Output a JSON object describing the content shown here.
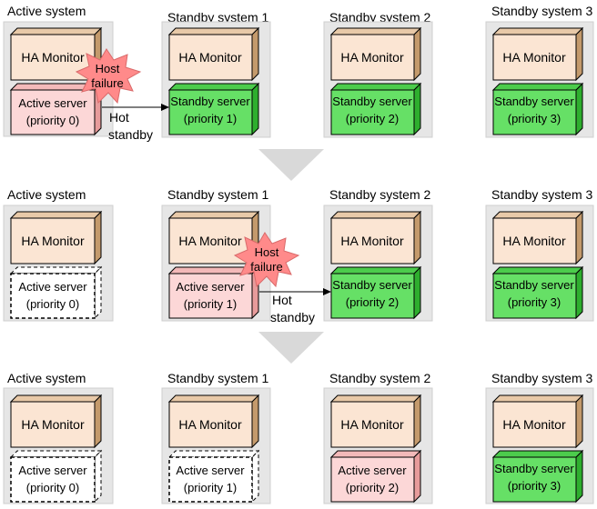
{
  "colors": {
    "panel": "#e6e6e6",
    "monitor_face": "#fbe5d3",
    "monitor_side": "#c49a6c",
    "active_face": "#fcd7d7",
    "active_side": "#e79b9b",
    "standby_face": "#66e066",
    "standby_side": "#2eae2e",
    "burst": "#ff8a8a"
  },
  "labels": {
    "active_system": "Active system",
    "standby_system_1": "Standby system 1",
    "standby_system_2": "Standby system 2",
    "standby_system_3": "Standby system 3",
    "ha_monitor": "HA Monitor",
    "active_server": "Active server",
    "standby_server": "Standby server",
    "priority_0": "(priority 0)",
    "priority_1": "(priority 1)",
    "priority_2": "(priority 2)",
    "priority_3": "(priority 3)",
    "host": "Host",
    "failure": "failure",
    "hot": "Hot",
    "standby": "standby"
  }
}
